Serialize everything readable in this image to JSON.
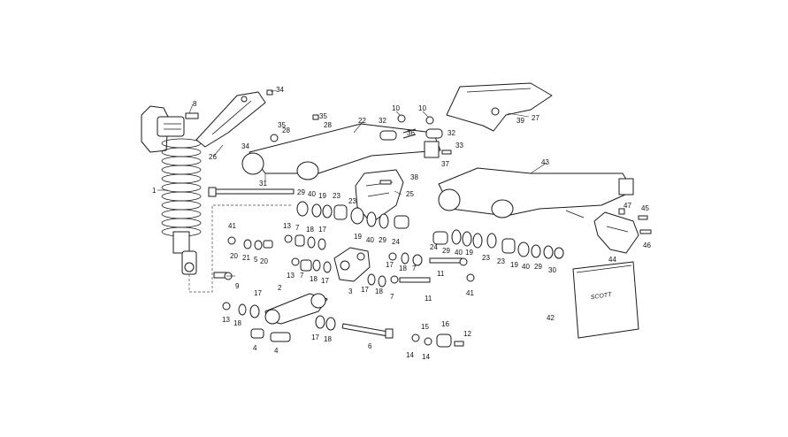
{
  "callouts": [
    "1",
    "2",
    "3",
    "4",
    "5",
    "6",
    "7",
    "8",
    "9",
    "10",
    "11",
    "12",
    "13",
    "14",
    "15",
    "16",
    "17",
    "18",
    "19",
    "20",
    "21",
    "22",
    "23",
    "24",
    "25",
    "26",
    "27",
    "28",
    "29",
    "30",
    "31",
    "32",
    "33",
    "34",
    "35",
    "36",
    "37",
    "38",
    "39",
    "40",
    "41",
    "42",
    "43",
    "44",
    "45",
    "46",
    "47"
  ],
  "bag_logo": "SCOTT"
}
